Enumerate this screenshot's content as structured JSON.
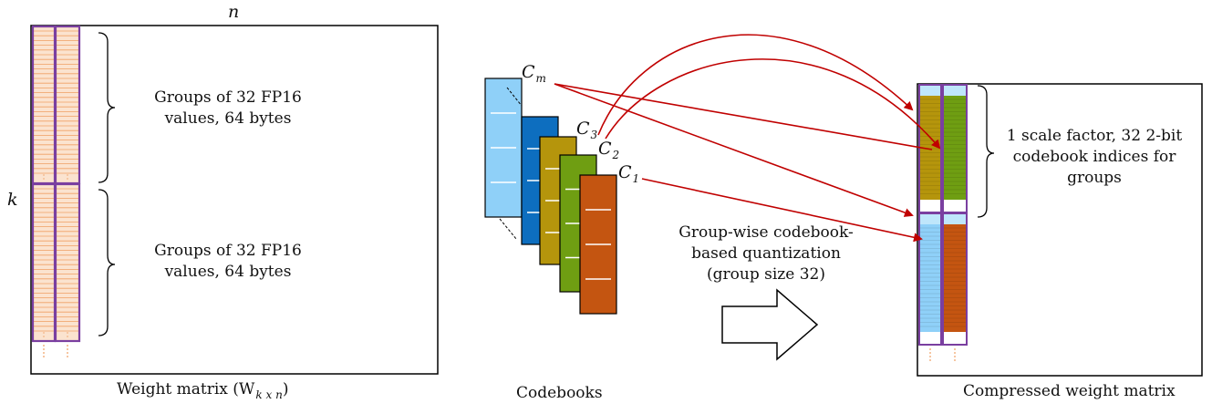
{
  "weight_matrix": {
    "dim_n": "n",
    "dim_k": "k",
    "group_top_label": "Groups of 32 FP16 values, 64 bytes",
    "group_top_line1": "Groups of 32 FP16",
    "group_top_line2": "values, 64 bytes",
    "group_bottom_line1": "Groups of 32 FP16",
    "group_bottom_line2": "values, 64 bytes",
    "caption_prefix": "Weight matrix (W",
    "caption_sub": "k x n",
    "caption_suffix": ")",
    "colors": {
      "cell_fill": "#fbe3cf",
      "cell_line": "#f0a064",
      "group_border": "#7a3fa0"
    }
  },
  "codebooks": {
    "caption": "Codebooks",
    "labels": [
      {
        "base": "C",
        "sub": "m"
      },
      {
        "base": "C",
        "sub": "3"
      },
      {
        "base": "C",
        "sub": "2"
      },
      {
        "base": "C",
        "sub": "1"
      }
    ],
    "colors": [
      "#8fd0f8",
      "#0d6ebf",
      "#b5950c",
      "#6f9e12",
      "#c45511"
    ]
  },
  "process": {
    "line1": "Group-wise codebook-",
    "line2": "based quantization",
    "line3": "(group size 32)"
  },
  "compressed": {
    "caption": "Compressed weight matrix",
    "note_line1": "1 scale factor, 32 2-bit",
    "note_line2": "codebook indices for",
    "note_line3": "groups",
    "colors": {
      "arrow": "#c00000",
      "border": "#7a3fa0"
    }
  }
}
